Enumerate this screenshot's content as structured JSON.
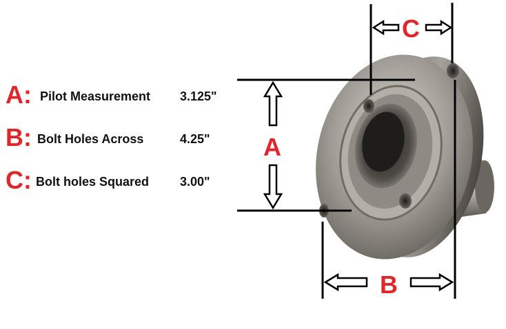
{
  "colors": {
    "accent": "#e0262b",
    "text": "#111111",
    "line": "#000000"
  },
  "legend": [
    {
      "letter": "A:",
      "label": "Pilot Measurement",
      "value": "3.125\""
    },
    {
      "letter": "B:",
      "label": "Bolt Holes Across",
      "value": "4.25\""
    },
    {
      "letter": "C:",
      "label": "Bolt holes Squared",
      "value": "3.00\""
    }
  ],
  "dimensions": {
    "a_label": "A",
    "b_label": "B",
    "c_label": "C"
  },
  "image": {
    "subject": "yoke-flange-icon"
  }
}
